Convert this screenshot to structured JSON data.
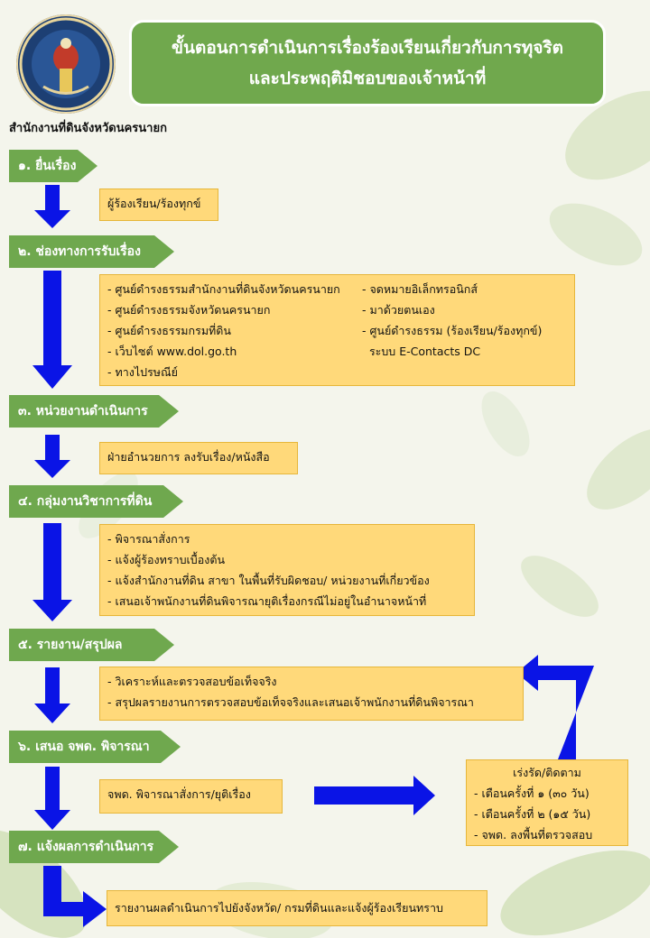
{
  "header": {
    "title_line1": "ขั้นตอนการดำเนินการเรื่องร้องเรียนเกี่ยวกับการทุจริต",
    "title_line2": "และประพฤติมิชอบของเจ้าหน้าที่",
    "office": "สำนักงานที่ดินจังหวัดนครนายก"
  },
  "steps": [
    {
      "label": "๑. ยื่นเรื่อง"
    },
    {
      "label": "๒. ช่องทางการรับเรื่อง"
    },
    {
      "label": "๓. หน่วยงานดำเนินการ"
    },
    {
      "label": "๔. กลุ่มงานวิชาการที่ดิน"
    },
    {
      "label": "๕. รายงาน/สรุปผล"
    },
    {
      "label": "๖. เสนอ จพด. พิจารณา"
    },
    {
      "label": "๗. แจ้งผลการดำเนินการ"
    }
  ],
  "boxes": {
    "step1": "ผู้ร้องเรียน/ร้องทุกข์",
    "step2_left": [
      "- ศูนย์ดำรงธรรมสำนักงานที่ดินจังหวัดนครนายก",
      "- ศูนย์ดำรงธรรมจังหวัดนครนายก",
      "- ศูนย์ดำรงธรรมกรมที่ดิน",
      "- เว็บไซต์ www.dol.go.th",
      "- ทางไปรษณีย์"
    ],
    "step2_right": [
      "- จดหมายอิเล็กทรอนิกส์",
      "- มาด้วยตนเอง",
      "- ศูนย์ดำรงธรรม (ร้องเรียน/ร้องทุกข์)",
      "  ระบบ E-Contacts DC"
    ],
    "step3": "ฝ่ายอำนวยการ ลงรับเรื่อง/หนังสือ",
    "step4": [
      "- พิจารณาสั่งการ",
      "- แจ้งผู้ร้องทราบเบื้องต้น",
      "- แจ้งสำนักงานที่ดิน สาขา ในพื้นที่รับผิดชอบ/ หน่วยงานที่เกี่ยวข้อง",
      "- เสนอเจ้าพนักงานที่ดินพิจารณายุติเรื่องกรณีไม่อยู่ในอำนาจหน้าที่"
    ],
    "step5": [
      "- วิเคราะห์และตรวจสอบข้อเท็จจริง",
      "- สรุปผลรายงานการตรวจสอบข้อเท็จจริงและเสนอเจ้าพนักงานที่ดินพิจารณา"
    ],
    "step6": "จพด. พิจารณาสั่งการ/ยุติเรื่อง",
    "followup_title": "เร่งรัด/ติดตาม",
    "followup": [
      "- เตือนครั้งที่ ๑ (๓๐ วัน)",
      "- เตือนครั้งที่ ๒ (๑๕ วัน)",
      "- จพด. ลงพื้นที่ตรวจสอบ"
    ],
    "step7": "รายงานผลดำเนินการไปยังจังหวัด/ กรมที่ดินและแจ้งผู้ร้องเรียนทราบ"
  },
  "colors": {
    "step_green": "#6fa84e",
    "title_green": "#70a84d",
    "box_yellow": "#ffd97a",
    "arrow_blue": "#0a14e6"
  },
  "icons": [
    "seal-emblem",
    "down-arrow",
    "right-arrow",
    "return-arrow"
  ]
}
